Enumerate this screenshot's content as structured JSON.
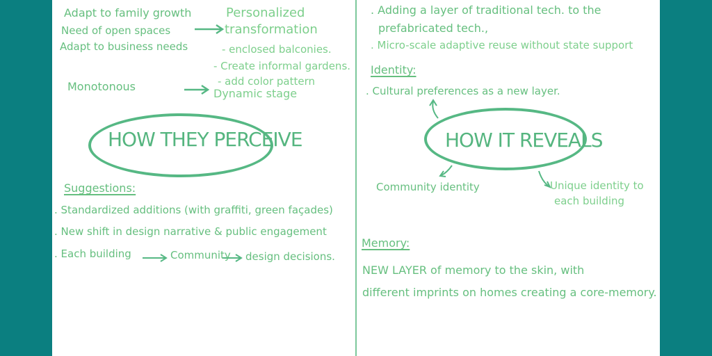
{
  "colors": {
    "background": "#0b7f80",
    "paper": "#ffffff",
    "ink": "#66bf7f",
    "oval": "#56b884"
  },
  "left": {
    "needs": [
      "Adapt to family growth",
      "Need of open spaces",
      "Adapt to business needs"
    ],
    "result_title_1": "Personalized",
    "result_title_2": "transformation",
    "result_items": [
      "- enclosed balconies.",
      "- Create informal gardens.",
      "- add color pattern"
    ],
    "monotonous": "Monotonous",
    "dynamic": "Dynamic stage",
    "oval_label": "HOW THEY PERCEIVE",
    "suggestions_heading": "Suggestions:",
    "suggestions": [
      ". Standardized additions (with graffiti, green façades)",
      ". New shift in design narrative & public engagement",
      ". Each building"
    ],
    "chain_mid": "Community",
    "chain_end": "design decisions."
  },
  "right": {
    "bullets_top": [
      ". Adding a layer of traditional tech. to the",
      "prefabricated tech.,",
      ". Micro-scale adaptive reuse without state support"
    ],
    "identity_heading": "Identity:",
    "identity_item": ". Cultural preferences as a new layer.",
    "oval_label": "HOW IT REVEALS",
    "community_identity": "Community identity",
    "unique_1": "Unique identity to",
    "unique_2": "each building",
    "memory_heading": "Memory:",
    "memory_line1": "NEW LAYER of memory to the skin, with",
    "memory_line2": "different imprints on homes creating a core-memory."
  }
}
